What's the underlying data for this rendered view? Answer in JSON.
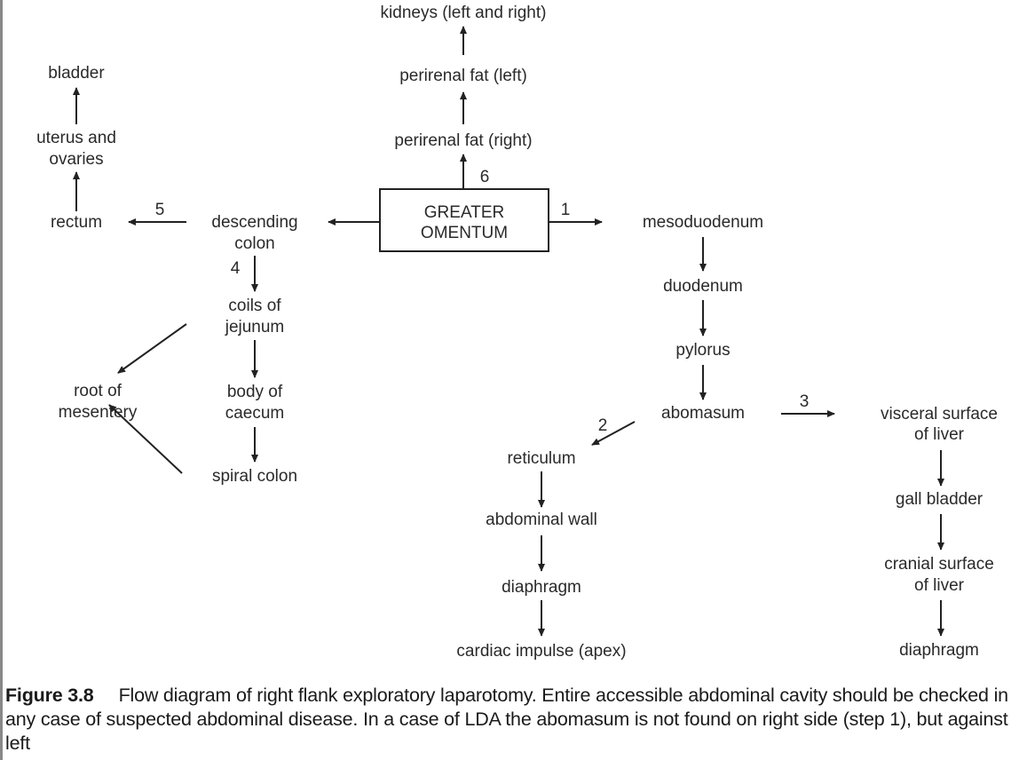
{
  "center": {
    "line1": "GREATER",
    "line2": "OMENTUM"
  },
  "steps": {
    "s1": "1",
    "s2": "2",
    "s3": "3",
    "s4": "4",
    "s5": "5",
    "s6": "6"
  },
  "nodes": {
    "kidneys": "kidneys (left and right)",
    "perirenal_left": "perirenal fat (left)",
    "perirenal_right": "perirenal fat (right)",
    "mesoduodenum": "mesoduodenum",
    "duodenum": "duodenum",
    "pylorus": "pylorus",
    "abomasum": "abomasum",
    "visceral_1": "visceral surface",
    "visceral_2": "of liver",
    "gall_bladder": "gall bladder",
    "cranial_1": "cranial surface",
    "cranial_2": "of liver",
    "diaphragm_right": "diaphragm",
    "reticulum": "reticulum",
    "abdominal_wall": "abdominal wall",
    "diaphragm_mid": "diaphragm",
    "cardiac": "cardiac impulse (apex)",
    "descending_1": "descending",
    "descending_2": "colon",
    "rectum": "rectum",
    "uterus_1": "uterus and",
    "uterus_2": "ovaries",
    "bladder": "bladder",
    "coils_1": "coils of",
    "coils_2": "jejunum",
    "root_1": "root of",
    "root_2": "mesentery",
    "body_1": "body of",
    "body_2": "caecum",
    "spiral": "spiral colon"
  },
  "caption": {
    "label": "Figure 3.8",
    "text": "Flow diagram of right flank exploratory laparotomy. Entire accessible abdominal cavity should be checked in any case of suspected abdominal disease. In a case of LDA the abomasum is not found on right side (step 1), but against left"
  }
}
